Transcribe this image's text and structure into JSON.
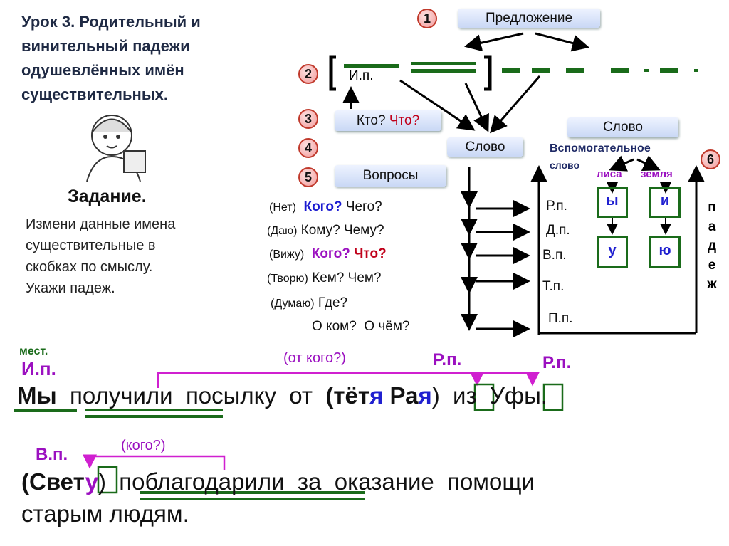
{
  "title": [
    "Урок 3. Родительный и",
    "винительный падежи",
    "одушевлённых  имён",
    "существительных."
  ],
  "task": {
    "heading": "Задание.",
    "lines": [
      "Измени данные имена",
      "существительные в",
      "скобках  по  смыслу.",
      "Укажи  падеж."
    ]
  },
  "scheme": {
    "steps": [
      "1",
      "2",
      "3",
      "4",
      "5",
      "6"
    ],
    "sentence_box": "Предложение",
    "subject_case": "И.п.",
    "who_what": {
      "who": "Кто?",
      "what": "Что?"
    },
    "word_box": "Слово",
    "word_box2": "Слово",
    "auxiliary": [
      "Вспомогательное",
      "слово"
    ],
    "questions_box": "Вопросы",
    "questions": [
      {
        "aux": "(Нет)",
        "q1": "Кого?",
        "q2": "Чего?"
      },
      {
        "aux": "(Даю)",
        "q1": "Кому?",
        "q2": "Чему?"
      },
      {
        "aux": "(Вижу)",
        "q1": "Кого?",
        "q2": "Что?"
      },
      {
        "aux": "(Творю)",
        "q1": "Кем?",
        "q2": "Чем?"
      },
      {
        "aux": "(Думаю)",
        "q1": "Где?",
        "q2": ""
      },
      {
        "aux": "",
        "q1": "О ком?",
        "q2": "О чём?"
      }
    ],
    "cases": [
      "Р.п.",
      "Д.п.",
      "В.п.",
      "Т.п.",
      "П.п."
    ],
    "examples": {
      "w1": "лиса",
      "w2": "земля",
      "e1": "ы",
      "e2": "и",
      "e3": "у",
      "e4": "ю"
    },
    "case_word": [
      "п",
      "а",
      "д",
      "е",
      "ж"
    ]
  },
  "ex1": {
    "mest": "мест.",
    "ip": "И.п.",
    "question": "(от кого?)",
    "rp1": "Р.п.",
    "rp2": "Р.п.",
    "words": [
      "Мы",
      "получили",
      "посылку",
      "от",
      "(тёт",
      "я",
      ")",
      "Ра",
      "я",
      ")",
      "из",
      "Уфы."
    ]
  },
  "ex2": {
    "vp": "В.п.",
    "question": "(кого?)",
    "words": [
      "(Свет",
      "у",
      ")",
      "поблагодарили",
      "за",
      "оказание",
      "помощи"
    ],
    "line2": "старым  людям."
  }
}
